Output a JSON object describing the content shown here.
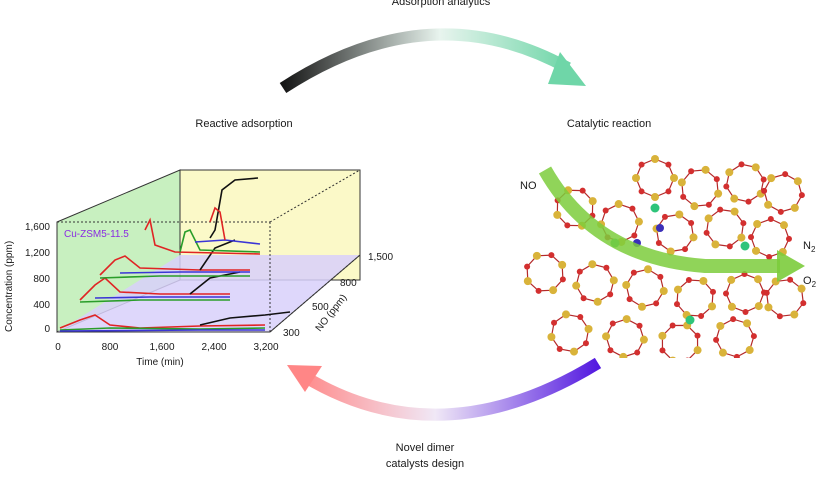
{
  "cycle": {
    "top_label": "Adsorption analytics",
    "left_label": "Reactive adsorption",
    "right_label": "Catalytic reaction",
    "bottom_label_line1": "Novel dimer",
    "bottom_label_line2": "catalysts design"
  },
  "arrows": {
    "top_gradient": [
      "#1a1a1a",
      "#6fd6a8"
    ],
    "bottom_gradient": [
      "#ff8c8c",
      "#5a1de0"
    ]
  },
  "plot3d": {
    "sample_label": "Cu-ZSM5-11.5",
    "y_axis_label": "Concentration (ppm)",
    "y_ticks": [
      "1,600",
      "1,200",
      "800",
      "400",
      "0"
    ],
    "x_axis_label": "Time (min)",
    "x_ticks": [
      "0",
      "800",
      "1,600",
      "2,400",
      "3,200"
    ],
    "z_axis_label": "NO (ppm)",
    "z_ticks": [
      "1,500",
      "800",
      "500",
      "300"
    ],
    "series_colors": {
      "no": "#e02424",
      "n2": "#2a9d2a",
      "o2": "#3b35d6",
      "other": "#111111"
    },
    "wall_colors": {
      "left": "#c8f0c0",
      "back": "#fbf9c8",
      "floor": "#d8d0fa"
    }
  },
  "zeolite": {
    "in_label": "NO",
    "out_label_1_main": "N",
    "out_label_1_sub": "2",
    "out_label_2_main": "O",
    "out_label_2_sub": "2",
    "flow_color": "#7ccc3c"
  }
}
